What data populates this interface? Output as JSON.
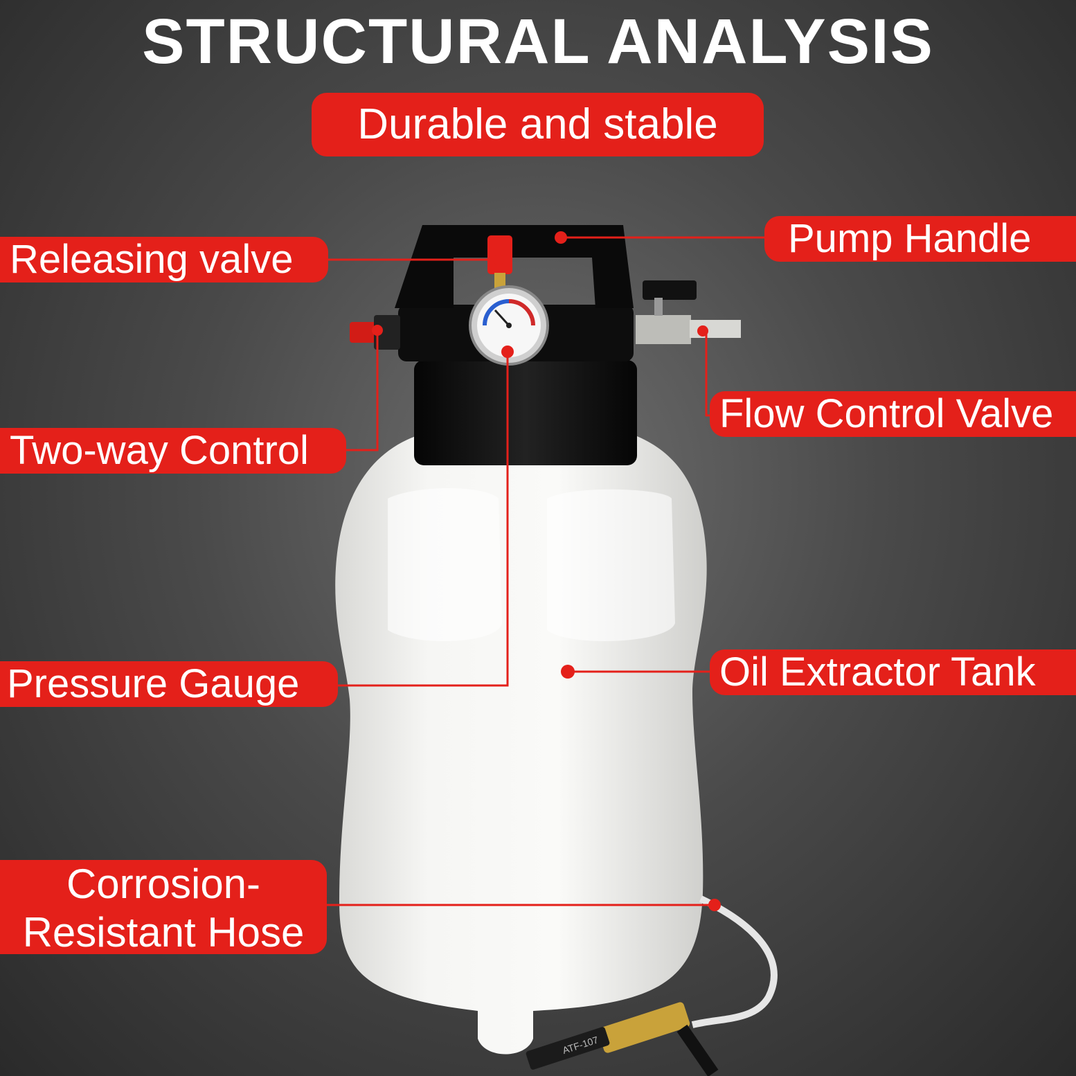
{
  "title": "STRUCTURAL ANALYSIS",
  "subtitle": "Durable and stable",
  "callouts": {
    "releasing_valve": "Releasing valve",
    "pump_handle": "Pump Handle",
    "two_way_control": "Two-way Control",
    "flow_control_valve": "Flow Control Valve",
    "pressure_gauge": "Pressure Gauge",
    "oil_extractor_tank": "Oil Extractor Tank",
    "hose": "Corrosion-Resistant Hose"
  },
  "adapter_text": "ATF-107",
  "colors": {
    "accent": "#e4201a",
    "cap": "#111111",
    "tank": "#f4f4f2"
  }
}
